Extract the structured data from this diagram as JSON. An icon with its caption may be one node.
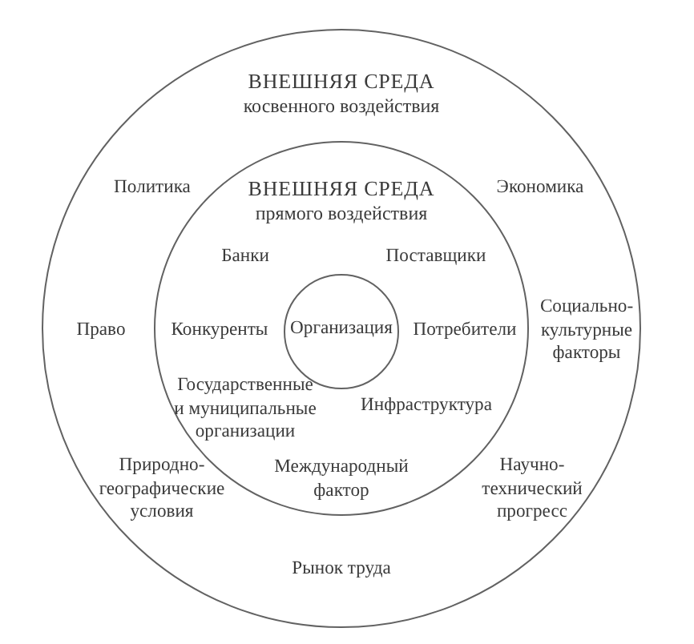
{
  "diagram": {
    "nodes": [
      {
        "text": [
          "ВНЕШНЯЯ СРЕДА",
          "косвенного воздействия",
          "Политика",
          "Экономика",
          "Право",
          "Социально-культурные факторы",
          "Природно-географические условия",
          "Научно-технический прогресс",
          "Рынок труда"
        ]
      },
      {
        "text": [
          "ВНЕШНЯЯ СРЕДА",
          "прямого воздействия",
          "Банки",
          "Поставщики",
          "Конкуренты",
          "Потребители",
          "Государственные и муниципальные организации",
          "Инфраструктура",
          "Международный фактор"
        ],
        "in": 0
      },
      {
        "text": [
          "Организация"
        ],
        "in": 1
      }
    ]
  }
}
